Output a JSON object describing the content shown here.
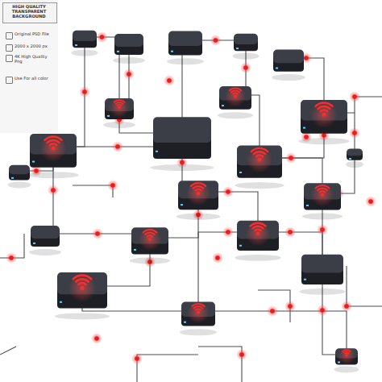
{
  "diagram": {
    "labels": [
      "HIGH QUALITY TRANSPARENT BACKGROUND",
      "Original PSD File",
      "2000 x 2000 px",
      "4K High Quality Png",
      "Use For all color"
    ]
  }
}
